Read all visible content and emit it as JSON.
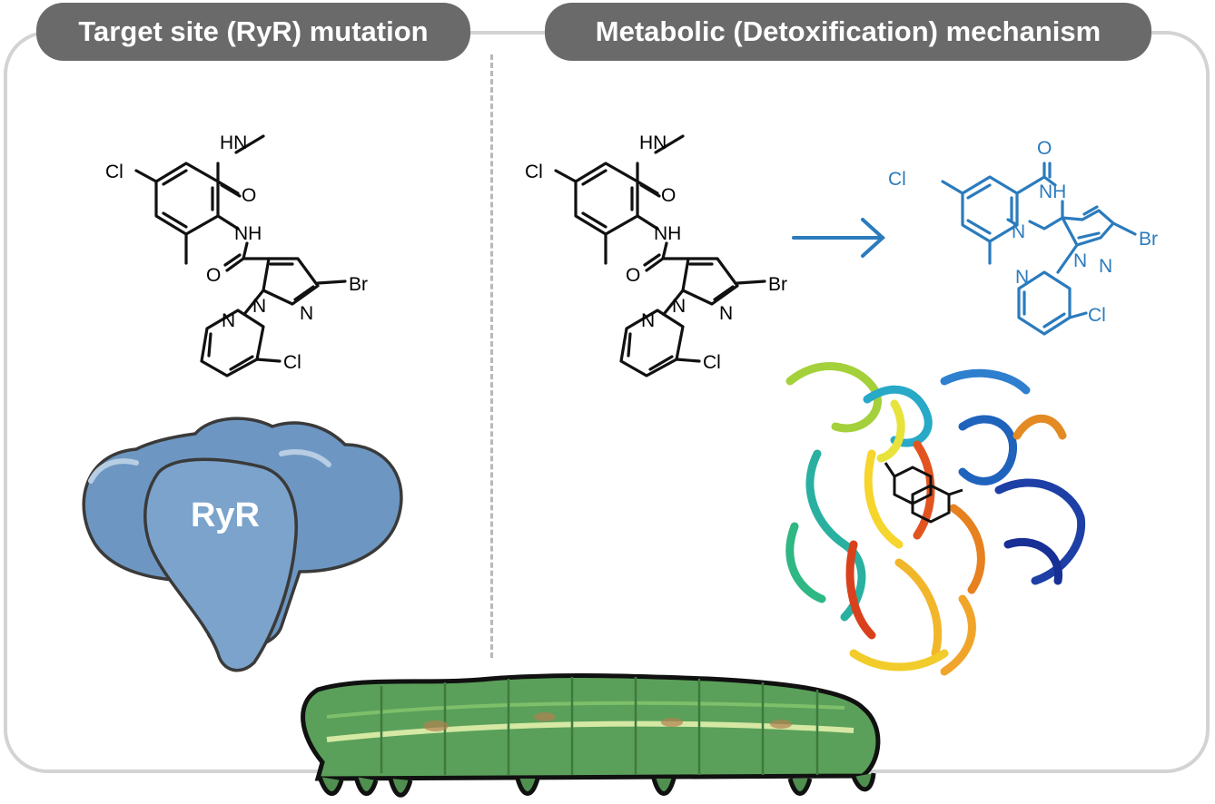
{
  "headers": {
    "left": "Target site (RyR) mutation",
    "right": "Metabolic (Detoxification) mechanism"
  },
  "molecule_labels": {
    "cl": "Cl",
    "br": "Br",
    "hn": "HN",
    "nh": "NH",
    "o": "O",
    "n": "N"
  },
  "product_labels": {
    "cl": "Cl",
    "br": "Br",
    "o": "O",
    "nh": "NH",
    "n": "N"
  },
  "receptor_label": "RyR",
  "colors": {
    "pill": "#6a6a6a",
    "frame": "#d3d3d3",
    "metabolite": "#2b7bbd",
    "receptor": "#6d97c2",
    "larva": "#5aa05a"
  }
}
